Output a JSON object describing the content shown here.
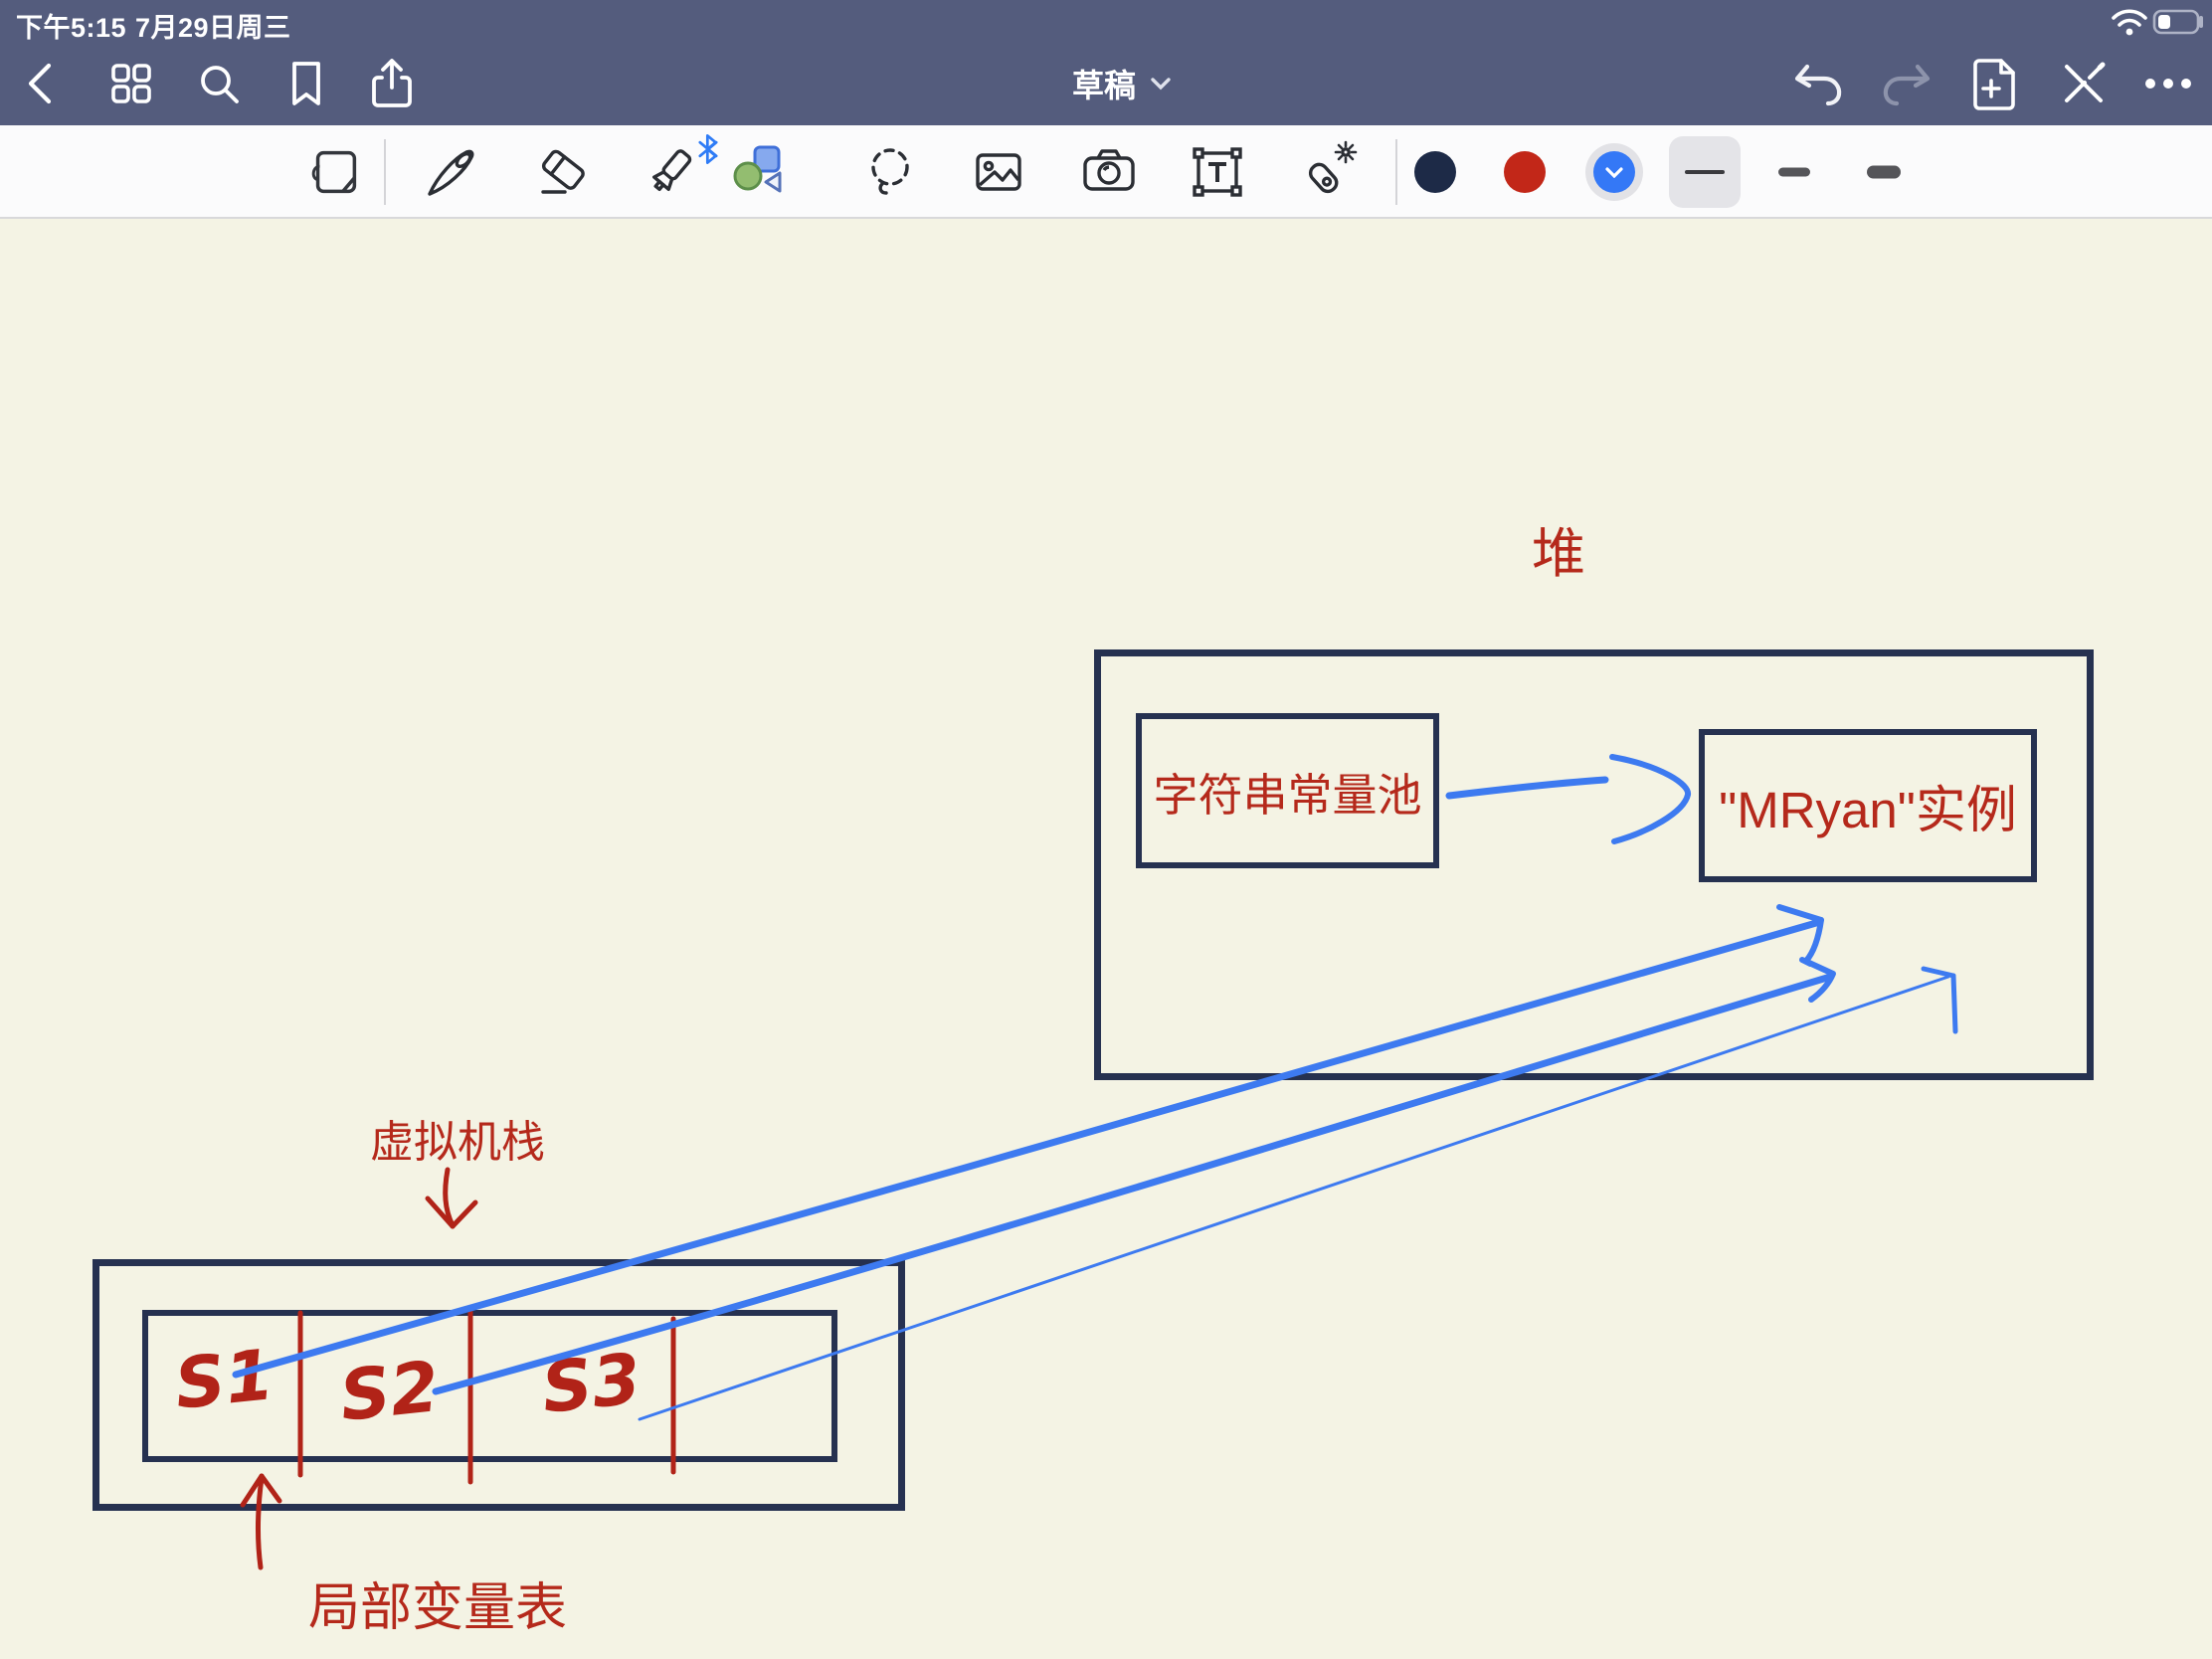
{
  "status_bar": {
    "time": "下午5:15",
    "date": "7月29日周三"
  },
  "nav_bar": {
    "title": "草稿"
  },
  "toolbar": {
    "tools": [
      "page-tools",
      "pen",
      "eraser",
      "highlighter",
      "shapes",
      "lasso",
      "insert-image",
      "camera",
      "text-box",
      "laser-pointer"
    ],
    "ink_colors": [
      "#1d2a47",
      "#c22718",
      "#3478f6"
    ],
    "selected_color": "#3478f6",
    "stroke_widths": [
      "thin",
      "medium",
      "thick"
    ],
    "selected_stroke_width": "thin"
  },
  "canvas": {
    "heap_label": "堆",
    "string_pool_label": "字符串常量池",
    "instance_label": "\"MRyan\"实例",
    "vm_stack_label": "虚拟机栈",
    "local_variable_table_label": "局部变量表",
    "stack_slots": [
      "S1",
      "S2",
      "S3"
    ],
    "ink": {
      "navy": "#263150",
      "red": "#b5291b",
      "blue": "#3d7af0"
    }
  }
}
